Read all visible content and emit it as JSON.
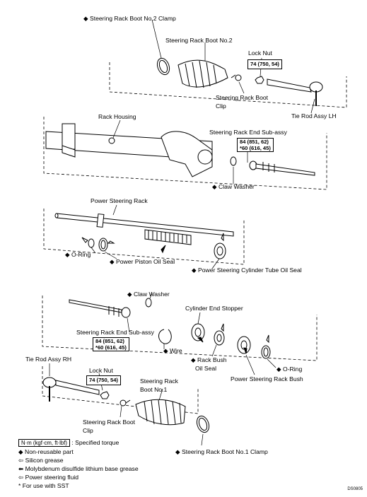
{
  "labels": {
    "boot2_clamp": "◆ Steering Rack Boot No.2 Clamp",
    "boot2": "Steering Rack Boot No.2",
    "lock_nut_top": "Lock Nut",
    "torque_lock_nut_top": "74 (750, 54)",
    "boot_clip_top_1": "Steering Rack Boot",
    "boot_clip_top_2": "Clip",
    "tie_rod_lh": "Tie Rod Assy LH",
    "rack_housing": "Rack Housing",
    "end_sub_top": "Steering Rack End Sub-assy",
    "torque_end_top_1": "84 (851, 62)",
    "torque_end_top_2": "*60 (616, 45)",
    "claw_washer_top": "◆ Claw Washer",
    "power_rack": "Power Steering Rack",
    "o_ring_left": "◆ O-Ring",
    "piston_seal": "◆ Power Piston Oil Seal",
    "cyl_tube_seal": "◆ Power Steering Cylinder Tube Oil Seal",
    "claw_washer_bottom": "◆ Claw Washer",
    "cyl_end_stopper": "Cylinder End Stopper",
    "end_sub_bottom": "Steering Rack End Sub-assy",
    "torque_end_bottom_1": "84 (851, 62)",
    "torque_end_bottom_2": "*60 (616, 45)",
    "wire": "◆ Wire",
    "rack_bush_seal_1": "◆ Rack Bush",
    "rack_bush_seal_2": "Oil Seal",
    "o_ring_right": "◆ O-Ring",
    "power_rack_bush": "Power Steering Rack Bush",
    "tie_rod_rh": "Tie Rod Assy RH",
    "lock_nut_bottom": "Lock Nut",
    "torque_lock_nut_bottom": "74 (750, 54)",
    "boot1_1": "Steering Rack",
    "boot1_2": "Boot No.1",
    "boot_clip_bottom_1": "Steering Rack Boot",
    "boot_clip_bottom_2": "Clip",
    "boot1_clamp": "◆ Steering Rack Boot No.1 Clamp"
  },
  "legend": {
    "torque_unit": "N·m (kgf·cm, ft·lbf)",
    "torque_desc": ": Specified torque",
    "non_reusable": "◆ Non-reusable part",
    "silicon": "⇦ Silicon grease",
    "moly": "⬅ Molybdenum disulfide lithium base grease",
    "psf": "⇦ Power steering fluid",
    "sst": "* For use with SST"
  },
  "figure_code": "DS0805"
}
